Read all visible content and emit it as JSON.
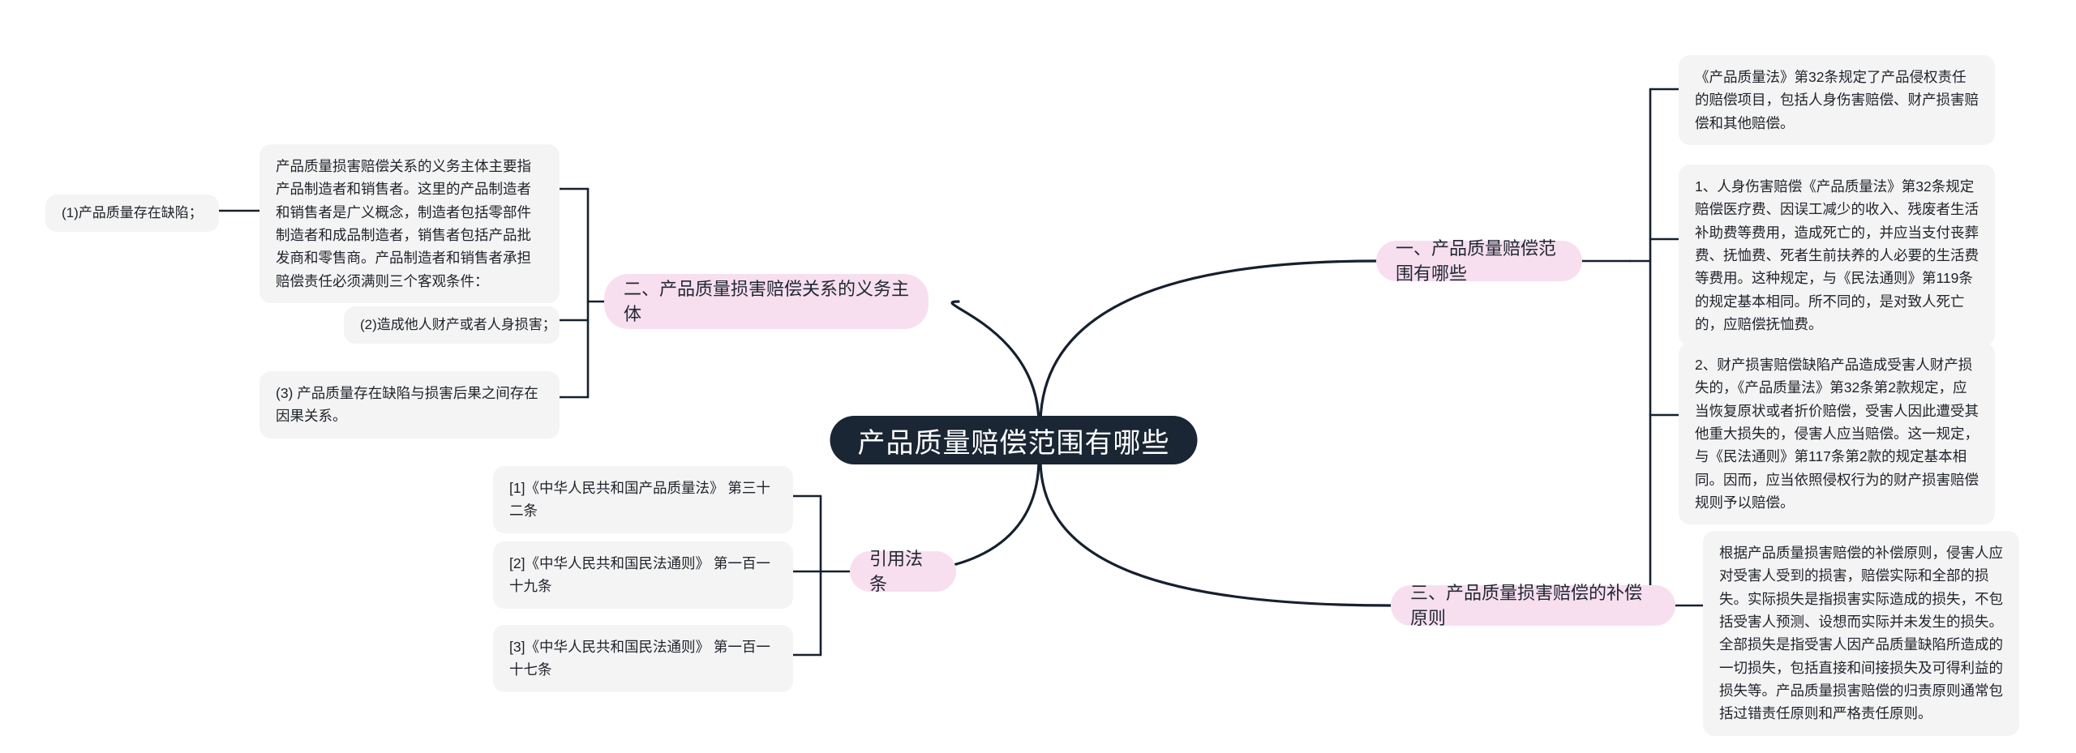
{
  "root": {
    "label": "产品质量赔偿范围有哪些"
  },
  "branches": [
    {
      "id": "branch-1",
      "label": "一、产品质量赔偿范围有哪些",
      "children": [
        {
          "id": "b1-c1",
          "text": "《产品质量法》第32条规定了产品侵权责任的赔偿项目，包括人身伤害赔偿、财产损害赔偿和其他赔偿。"
        },
        {
          "id": "b1-c2",
          "text": "1、人身伤害赔偿《产品质量法》第32条规定赔偿医疗费、因误工减少的收入、残废者生活补助费等费用，造成死亡的，并应当支付丧葬费、抚恤费、死者生前扶养的人必要的生活费等费用。这种规定，与《民法通则》第119条的规定基本相同。所不同的，是对致人死亡的，应赔偿抚恤费。"
        },
        {
          "id": "b1-c3",
          "text": "2、财产损害赔偿缺陷产品造成受害人财产损失的，《产品质量法》第32条第2款规定，应当恢复原状或者折价赔偿，受害人因此遭受其他重大损失的，侵害人应当赔偿。这一规定，与《民法通则》第117条第2款的规定基本相同。因而，应当依照侵权行为的财产损害赔偿规则予以赔偿。"
        }
      ]
    },
    {
      "id": "branch-2",
      "label": "二、产品质量损害赔偿关系的义务主体",
      "children": [
        {
          "id": "b2-c1",
          "text": "产品质量损害赔偿关系的义务主体主要指产品制造者和销售者。这里的产品制造者和销售者是广义概念，制造者包括零部件制造者和成品制造者，销售者包括产品批发商和零售商。产品制造者和销售者承担赔偿责任必须满则三个客观条件："
        },
        {
          "id": "b2-c2",
          "text": "(2)造成他人财产或者人身损害；"
        },
        {
          "id": "b2-c3",
          "text": "(3) 产品质量存在缺陷与损害后果之间存在因果关系。"
        }
      ],
      "grandchildren": [
        {
          "id": "b2-c1-g1",
          "text": "(1)产品质量存在缺陷；"
        }
      ]
    },
    {
      "id": "branch-3",
      "label": "三、产品质量损害赔偿的补偿原则",
      "children": [
        {
          "id": "b3-c1",
          "text": "根据产品质量损害赔偿的补偿原则，侵害人应对受害人受到的损害，赔偿实际和全部的损失。实际损失是指损害实际造成的损失，不包括受害人预测、设想而实际并未发生的损失。全部损失是指受害人因产品质量缺陷所造成的一切损失，包括直接和间接损失及可得利益的损失等。产品质量损害赔偿的归责原则通常包括过错责任原则和严格责任原则。"
        }
      ]
    },
    {
      "id": "branch-4",
      "label": "引用法条",
      "children": [
        {
          "id": "b4-c1",
          "text": "[1]《中华人民共和国产品质量法》 第三十二条"
        },
        {
          "id": "b4-c2",
          "text": "[2]《中华人民共和国民法通则》 第一百一十九条"
        },
        {
          "id": "b4-c3",
          "text": "[3]《中华人民共和国民法通则》 第一百一十七条"
        }
      ]
    }
  ],
  "colors": {
    "root_background": "#1b2634",
    "root_text": "#ffffff",
    "branch_background": "#f7dff0",
    "leaf_background": "#f4f4f4",
    "connector": "#16202e",
    "page_background": "#ffffff"
  }
}
